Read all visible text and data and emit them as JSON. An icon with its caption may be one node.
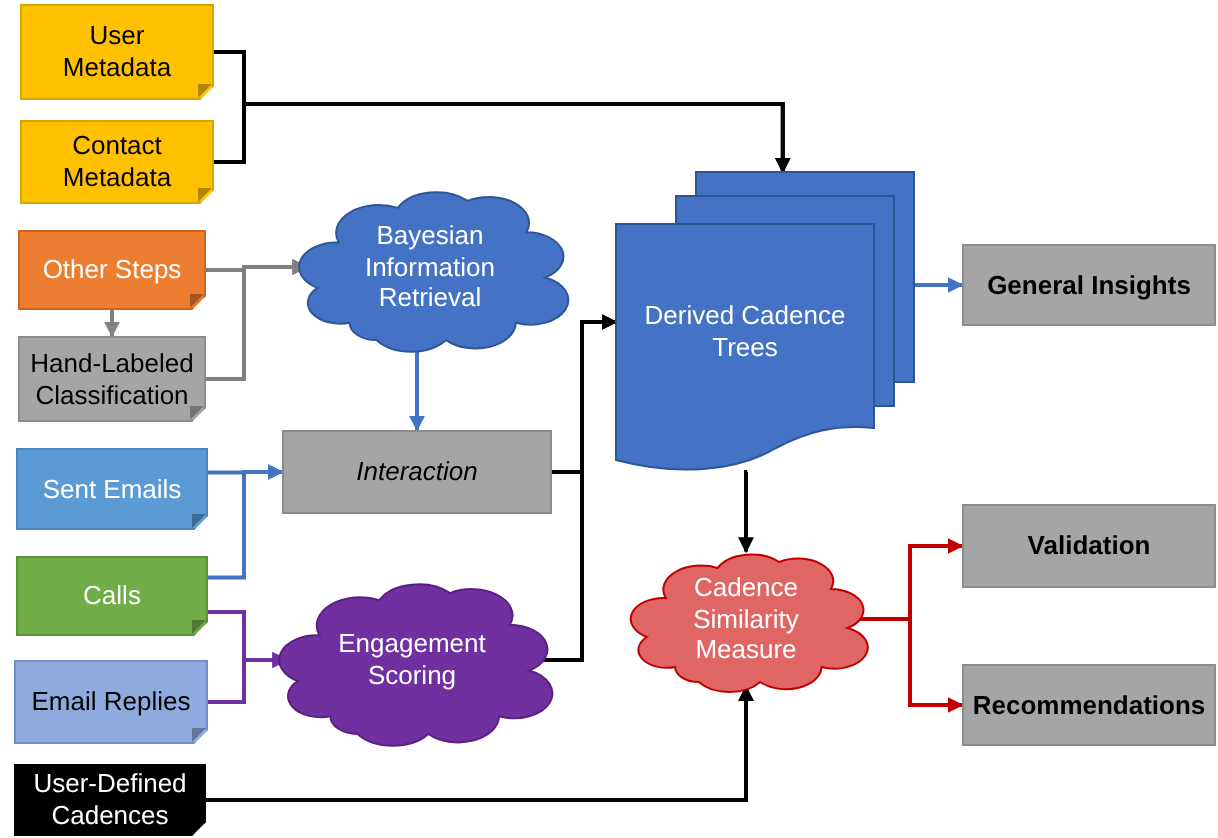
{
  "diagram": {
    "nodes": [
      {
        "text": [
          "User Metadata"
        ]
      },
      {
        "text": [
          "Contact Metadata"
        ]
      },
      {
        "text": [
          "Other Steps"
        ]
      },
      {
        "text": [
          "Hand-Labeled Classification"
        ]
      },
      {
        "text": [
          "Bayesian Information Retrieval"
        ]
      },
      {
        "text": [
          "Sent Emails"
        ]
      },
      {
        "text": [
          "Interaction"
        ]
      },
      {
        "text": [
          "Calls"
        ]
      },
      {
        "text": [
          "Email Replies"
        ]
      },
      {
        "text": [
          "Engagement Scoring"
        ]
      },
      {
        "text": [
          "User-Defined Cadences"
        ]
      },
      {
        "text": [
          "Derived Cadence Trees"
        ]
      },
      {
        "text": [
          "General Insights"
        ]
      },
      {
        "text": [
          "Cadence Similarity Measure"
        ]
      },
      {
        "text": [
          "Validation"
        ]
      },
      {
        "text": [
          "Recommendations"
        ]
      }
    ],
    "edges": [
      {
        "from": 0,
        "to": 11,
        "arrow": "to"
      },
      {
        "from": 1,
        "to": 11,
        "arrow": "to"
      },
      {
        "from": 2,
        "to": 4,
        "arrow": "to",
        "color": "#808080"
      },
      {
        "from": 3,
        "to": 4,
        "arrow": "to",
        "color": "#808080"
      },
      {
        "from": 2,
        "to": 3,
        "arrow": "to",
        "color": "#808080"
      },
      {
        "from": 4,
        "to": 6,
        "arrow": "to",
        "color": "#4472c4"
      },
      {
        "from": 5,
        "to": 6,
        "arrow": "to",
        "color": "#4472c4"
      },
      {
        "from": 7,
        "to": 6,
        "arrow": "to",
        "color": "#4472c4"
      },
      {
        "from": 7,
        "to": 9,
        "arrow": "to",
        "color": "#7030a0"
      },
      {
        "from": 8,
        "to": 9,
        "arrow": "to",
        "color": "#7030a0"
      },
      {
        "from": 6,
        "to": 11,
        "arrow": "to"
      },
      {
        "from": 9,
        "to": 11,
        "arrow": "to"
      },
      {
        "from": 11,
        "to": 12,
        "arrow": "to",
        "color": "#4472c4"
      },
      {
        "from": 11,
        "to": 13,
        "arrow": "to"
      },
      {
        "from": 10,
        "to": 13,
        "arrow": "to"
      },
      {
        "from": 13,
        "to": 14,
        "arrow": "to",
        "color": "#c00000"
      },
      {
        "from": 13,
        "to": 15,
        "arrow": "to",
        "color": "#c00000"
      }
    ]
  }
}
